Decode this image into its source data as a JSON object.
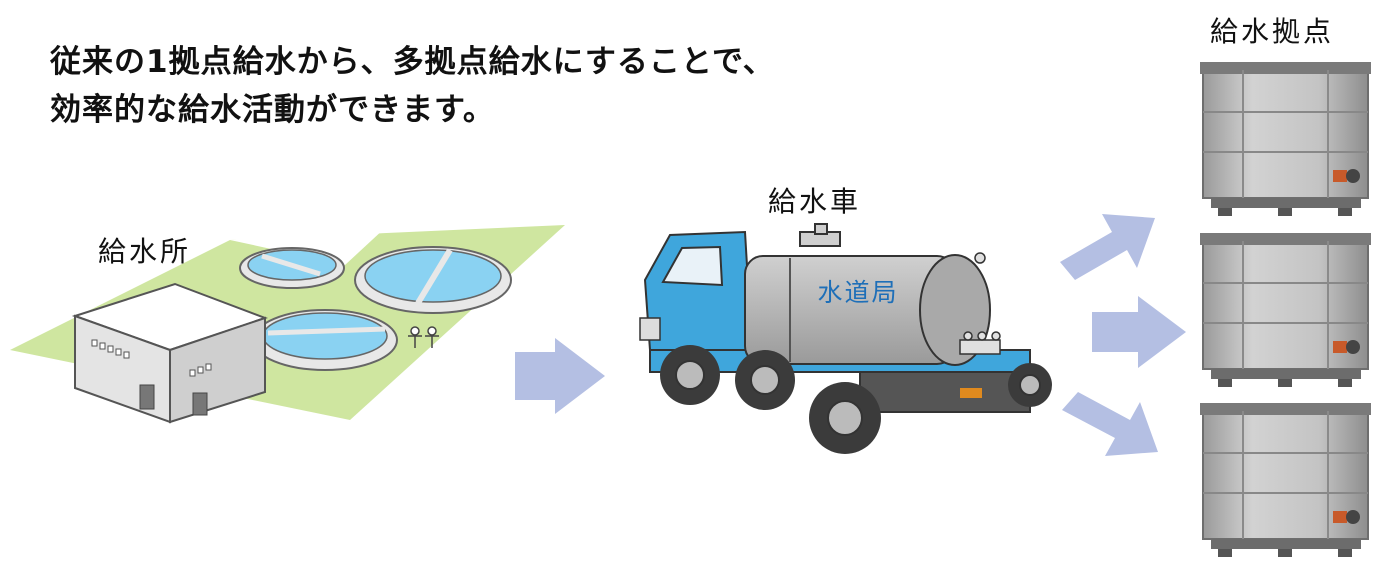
{
  "headline": {
    "line1": "従来の1拠点給水から、多拠点給水にすることで、",
    "line2": "効率的な給水活動ができます。"
  },
  "labels": {
    "plant": "給水所",
    "truck": "給水車",
    "points": "給水拠点"
  },
  "truck_tank_text": "水道局",
  "colors": {
    "arrow": "#b4bfe3",
    "grass": "#cfe6a0",
    "water": "#8ad2f2",
    "truck_blue": "#3fa6dc",
    "tank_gray": "#b7b7b7"
  },
  "icons": [
    "water-plant-illustration",
    "water-truck-illustration",
    "water-tank-icon"
  ]
}
